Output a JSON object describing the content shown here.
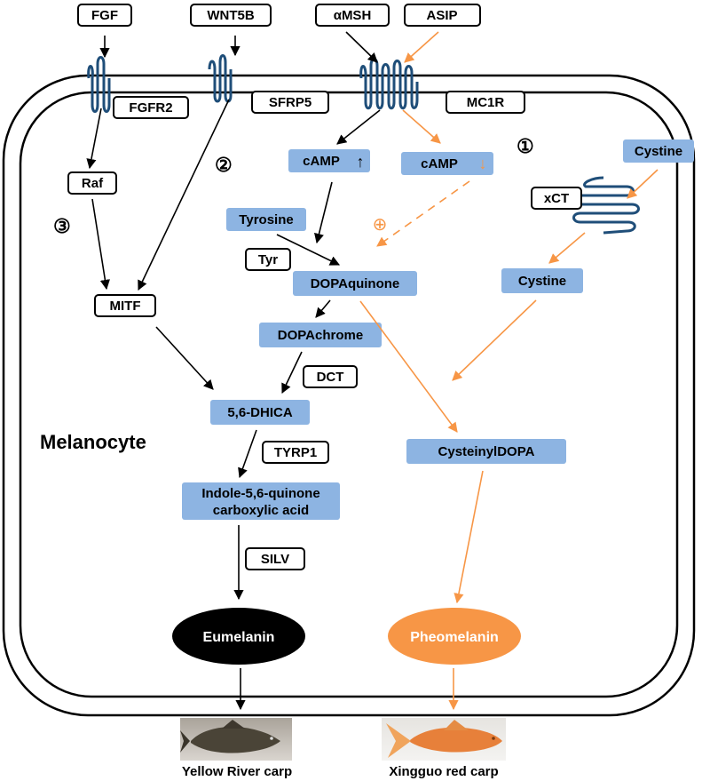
{
  "colors": {
    "black": "#000000",
    "orange": "#F79646",
    "blue_fill": "#8DB4E2",
    "receptor": "#1F4E79"
  },
  "ligands": {
    "fgf": "FGF",
    "wnt5b": "WNT5B",
    "amsh": "αMSH",
    "asip": "ASIP"
  },
  "receptors": {
    "fgfr2": "FGFR2",
    "sfrp5": "SFRP5",
    "mc1r": "MC1R",
    "xct": "xCT"
  },
  "cell_label": "Melanocyte",
  "pathway_numbers": {
    "one": "①",
    "two": "②",
    "three": "③"
  },
  "nodes": {
    "raf": "Raf",
    "mitf": "MITF",
    "camp_left": "cAMP",
    "camp_right": "cAMP",
    "cystine_outside": "Cystine",
    "cystine_inside": "Cystine",
    "tyrosine": "Tyrosine",
    "tyr": "Tyr",
    "dopaquinone": "DOPAquinone",
    "dopachrome": "DOPAchrome",
    "dct": "DCT",
    "dhica": "5,6-DHICA",
    "tyrp1": "TYRP1",
    "indole_line1": "Indole-5,6-quinone",
    "indole_line2": "carboxylic acid",
    "silv": "SILV",
    "cysteinyldopa": "CysteinylDOPA",
    "eumelanin": "Eumelanin",
    "pheomelanin": "Pheomelanin"
  },
  "symbols": {
    "up_arrow": "↑",
    "down_arrow": "↓",
    "plus_circle": "⊕"
  },
  "fish": {
    "yellow_river": "Yellow River carp",
    "xingguo": "Xingguo red carp"
  }
}
